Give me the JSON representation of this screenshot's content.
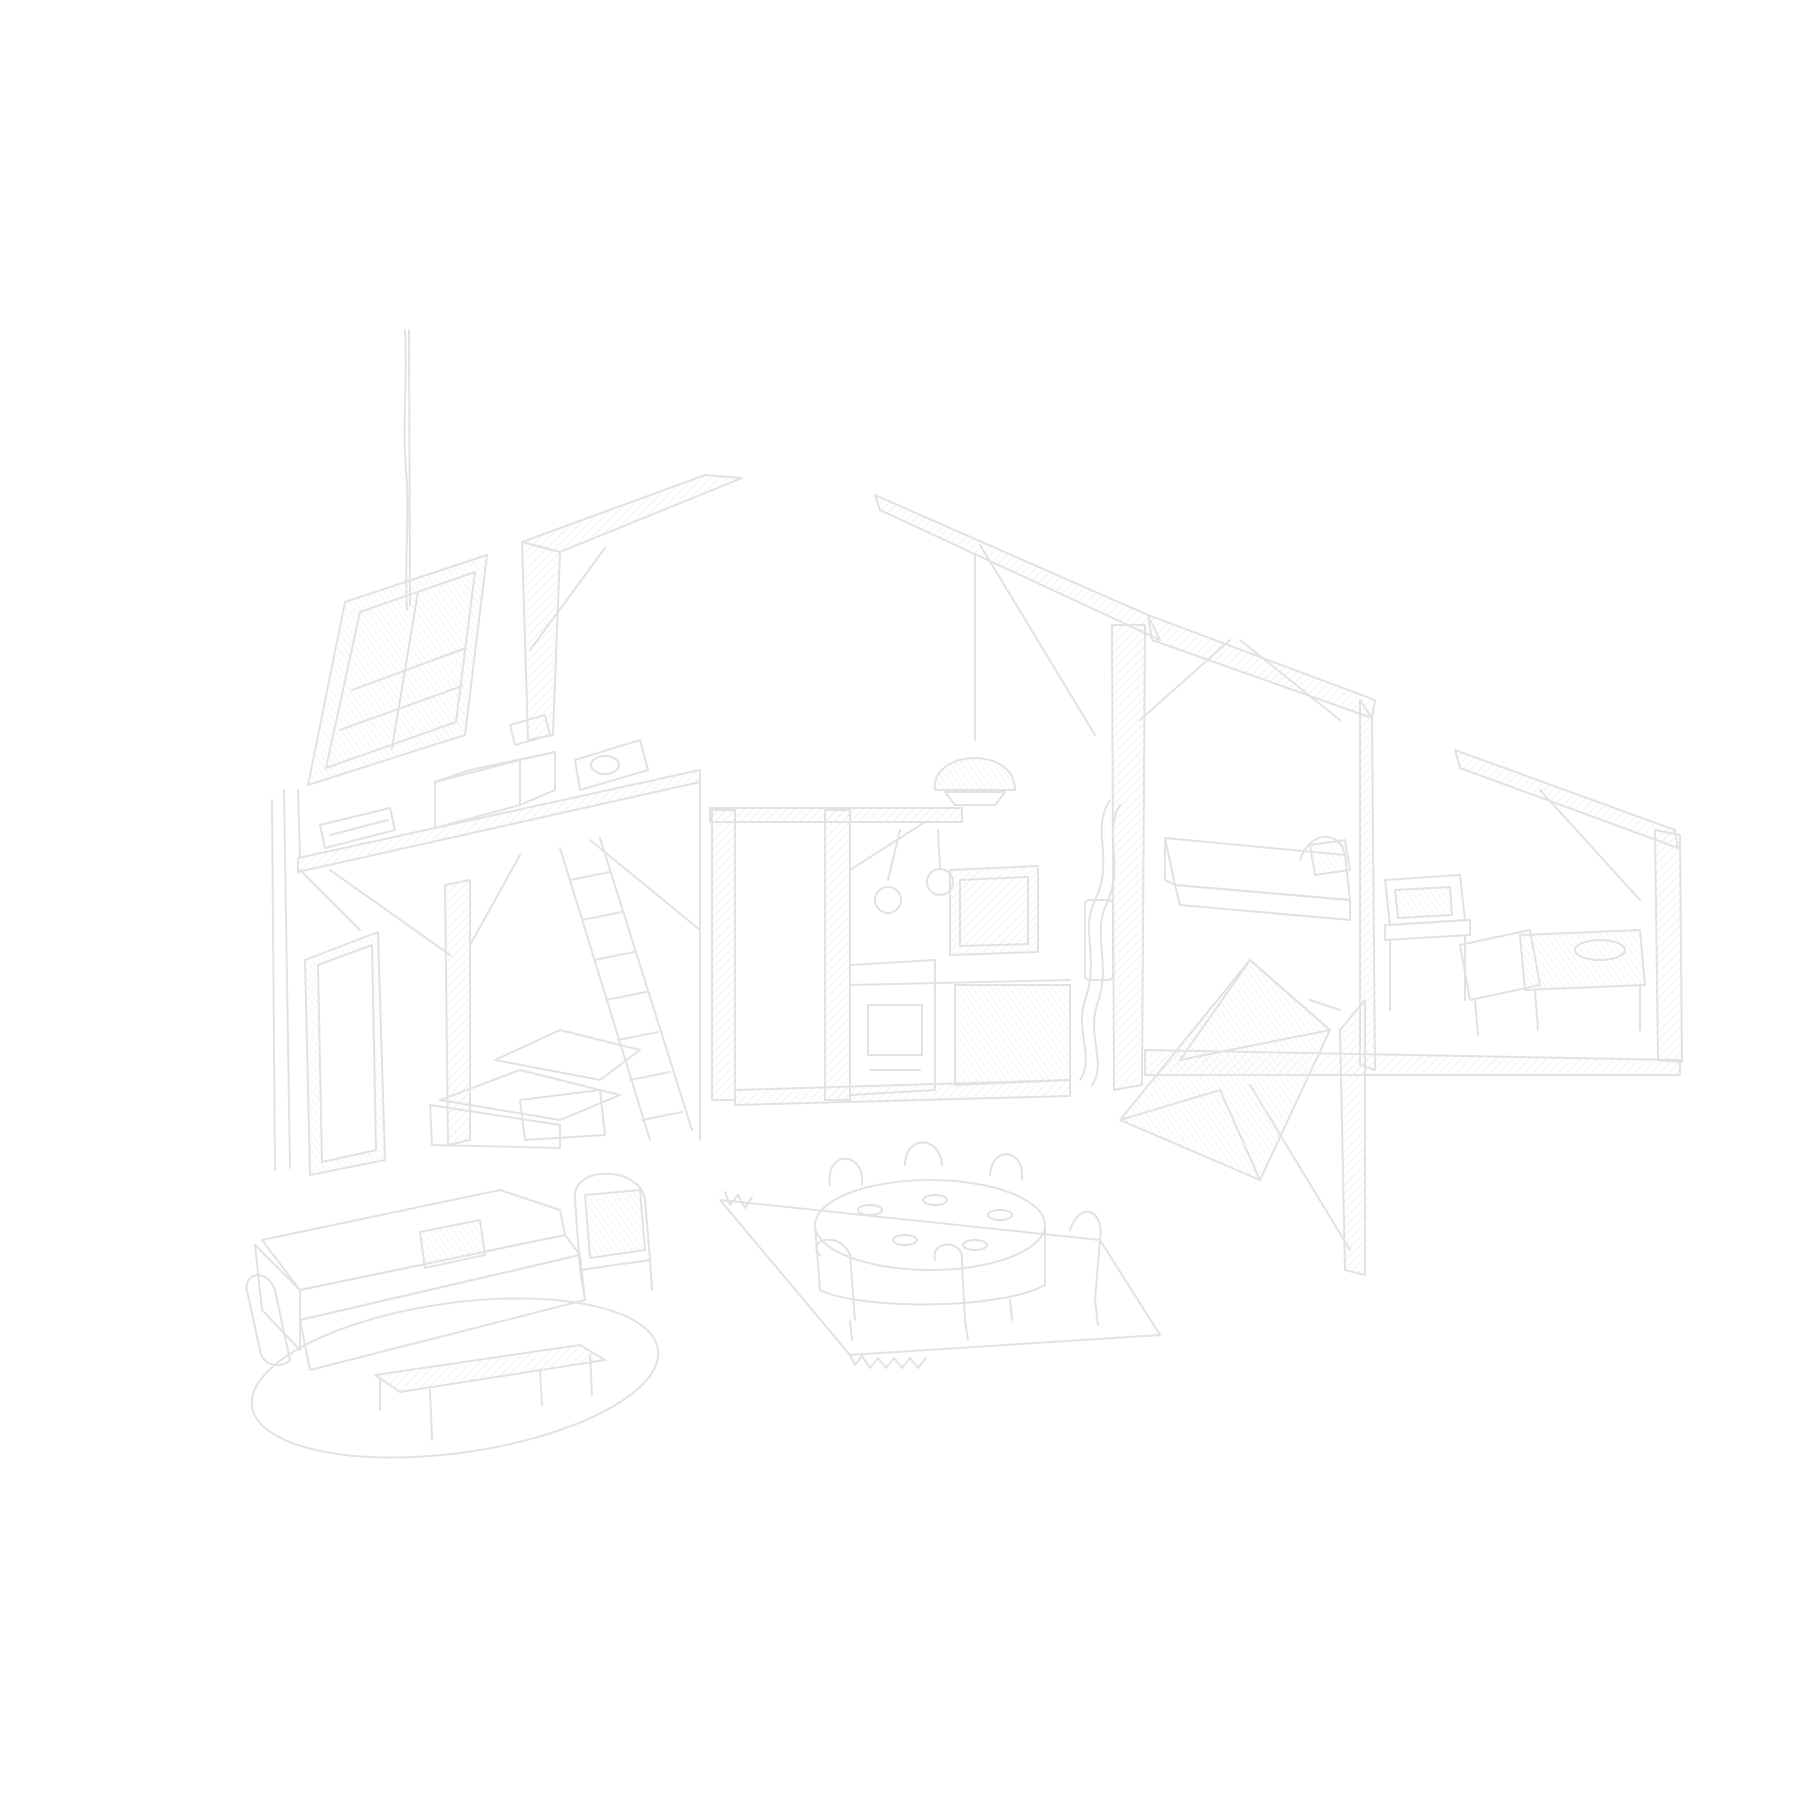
{
  "scene": {
    "style": "faint line sketch on white",
    "background": "#ffffff",
    "line_color": "#e2e2e2",
    "hatch_color": "#ececec",
    "objects": [
      "antenna",
      "hanging-window",
      "roof-truss-left",
      "loft-platform",
      "boxes-on-loft",
      "ladder",
      "door",
      "steps",
      "roof-truss-center",
      "pendant-lamp",
      "wall-frame",
      "kitchen-counter",
      "oven",
      "wall-picture",
      "pipe",
      "roof-truss-right",
      "bed",
      "folded-paper",
      "roof-far-right",
      "desk",
      "chairs-far-right",
      "sofa",
      "armchair",
      "round-rug",
      "coffee-table",
      "dining-rug",
      "dining-table",
      "dining-chairs"
    ]
  }
}
